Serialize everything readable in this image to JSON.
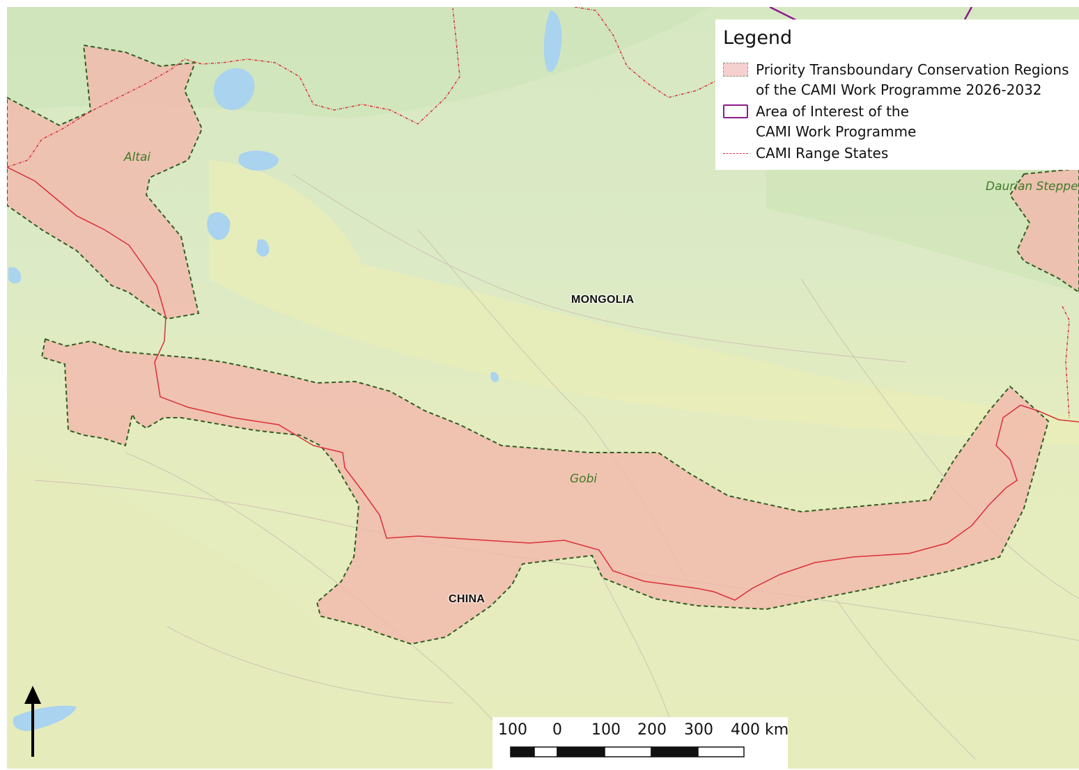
{
  "legend": {
    "title": "Legend",
    "items": [
      {
        "line1": "Priority Transboundary Conservation Regions",
        "line2": "of the CAMI Work Programme 2026-2032",
        "swatch": "pink-fill-dashed-green-border"
      },
      {
        "line1": "Area of Interest of the",
        "line2": "CAMI Work Programme",
        "swatch": "purple-outline"
      },
      {
        "line1": "CAMI Range States",
        "line2": "",
        "swatch": "red-dash-dot-line"
      }
    ]
  },
  "regions": {
    "altai": "Altai",
    "gobi": "Gobi",
    "daurian": "Daurian Steppe"
  },
  "countries": {
    "mongolia": "MONGOLIA",
    "china": "CHINA"
  },
  "scalebar": {
    "labels": [
      "100",
      "0",
      "100",
      "200",
      "300",
      "400 km"
    ]
  },
  "colors": {
    "priority_fill": "#f2b8ad",
    "priority_border": "#2f5e23",
    "range_state_line": "#d9303a",
    "area_of_interest": "#8c1a8c",
    "base_green": "#dbe9c6",
    "base_yellow": "#e8ecb8",
    "water": "#a9d3ee"
  }
}
